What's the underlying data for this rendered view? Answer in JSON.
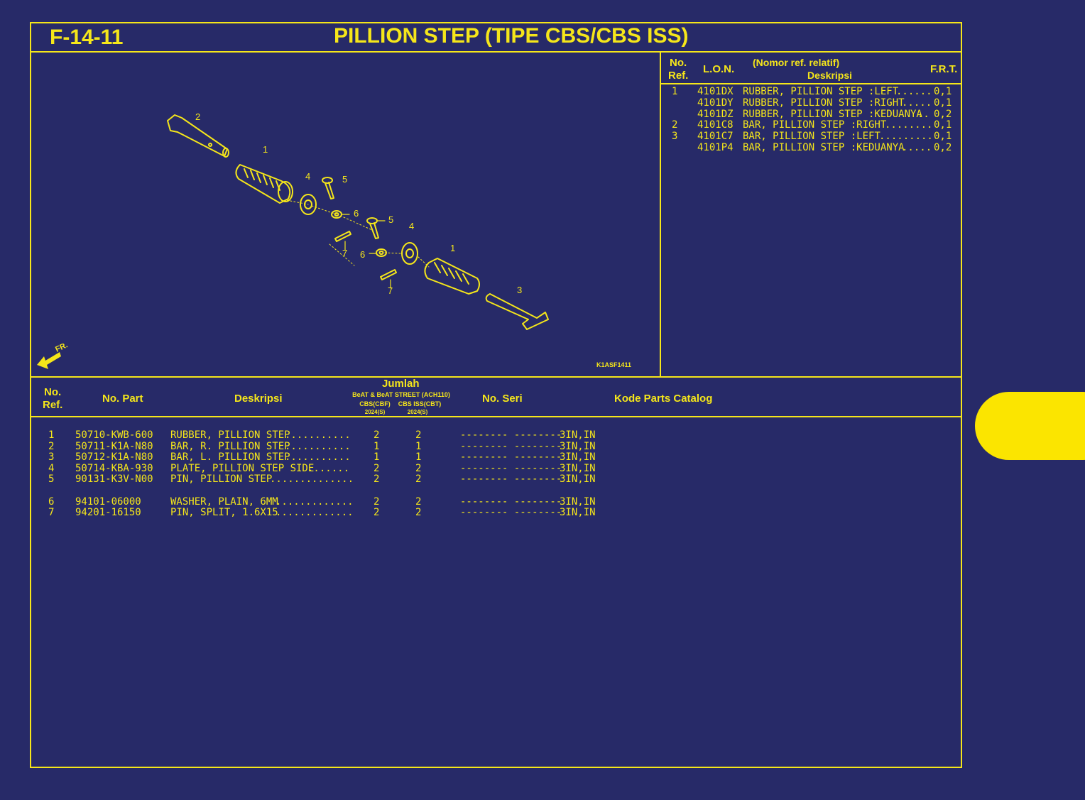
{
  "header": {
    "code": "F-14-11",
    "title": "PILLION STEP (TIPE CBS/CBS ISS)"
  },
  "diagram": {
    "code": "K1ASF1411",
    "front_label": "FR.",
    "callouts": [
      "2",
      "1",
      "4",
      "5",
      "6",
      "5",
      "4",
      "7",
      "6",
      "1",
      "7",
      "3"
    ]
  },
  "ref_table": {
    "headers": {
      "no": "No.",
      "ref": "Ref.",
      "lon": "L.O.N.",
      "desc_top": "(Nomor ref. relatif)",
      "desc": "Deskripsi",
      "frt": "F.R.T."
    },
    "rows": [
      {
        "ref": "1",
        "lon": "4101DX",
        "desc": "RUBBER, PILLION STEP :LEFT",
        "dots": "......",
        "frt": "0,1"
      },
      {
        "ref": "",
        "lon": "4101DY",
        "desc": "RUBBER, PILLION STEP :RIGHT",
        "dots": ".....",
        "frt": "0,1"
      },
      {
        "ref": "",
        "lon": "4101DZ",
        "desc": "RUBBER, PILLION STEP :KEDUANYA",
        "dots": "..",
        "frt": "0,2"
      },
      {
        "ref": "2",
        "lon": "4101C8",
        "desc": "BAR, PILLION STEP :RIGHT",
        "dots": "........",
        "frt": "0,1"
      },
      {
        "ref": "3",
        "lon": "4101C7",
        "desc": "BAR, PILLION STEP :LEFT",
        "dots": ".........",
        "frt": "0,1"
      },
      {
        "ref": "",
        "lon": "4101P4",
        "desc": "BAR, PILLION STEP :KEDUANYA",
        "dots": ".....",
        "frt": "0,2"
      }
    ]
  },
  "parts_table": {
    "headers": {
      "no": "No.",
      "ref": "Ref.",
      "part": "No. Part",
      "desc": "Deskripsi",
      "jumlah": "Jumlah",
      "model": "BeAT & BeAT STREET (ACH110)",
      "col1": "CBS(CBF)",
      "col2": "CBS ISS(CBT)",
      "year1": "2024(S)",
      "year2": "2024(S)",
      "seri": "No. Seri",
      "catalog": "Kode Parts Catalog"
    },
    "rows": [
      {
        "ref": "1",
        "part": "50710-KWB-600",
        "desc": "RUBBER, PILLION STEP",
        "dots": "...........",
        "q1": "2",
        "q2": "2",
        "seri": "-------- --------",
        "catalog": "3IN,IN"
      },
      {
        "ref": "2",
        "part": "50711-K1A-N80",
        "desc": "BAR, R. PILLION STEP",
        "dots": "...........",
        "q1": "1",
        "q2": "1",
        "seri": "-------- --------",
        "catalog": "3IN,IN"
      },
      {
        "ref": "3",
        "part": "50712-K1A-N80",
        "desc": "BAR, L. PILLION STEP",
        "dots": "...........",
        "q1": "1",
        "q2": "1",
        "seri": "-------- --------",
        "catalog": "3IN,IN"
      },
      {
        "ref": "4",
        "part": "50714-KBA-930",
        "desc": "PLATE, PILLION STEP SIDE",
        "dots": ".......",
        "q1": "2",
        "q2": "2",
        "seri": "-------- --------",
        "catalog": "3IN,IN"
      },
      {
        "ref": "5",
        "part": "90131-K3V-N00",
        "desc": "PIN, PILLION STEP",
        "dots": "..............",
        "q1": "2",
        "q2": "2",
        "seri": "-------- --------",
        "catalog": "3IN,IN"
      },
      {
        "ref": "6",
        "part": "94101-06000",
        "desc": "WASHER, PLAIN, 6MM",
        "dots": ".............",
        "q1": "2",
        "q2": "2",
        "seri": "-------- --------",
        "catalog": "3IN,IN"
      },
      {
        "ref": "7",
        "part": "94201-16150",
        "desc": "PIN, SPLIT, 1.6X15",
        "dots": ".............",
        "q1": "2",
        "q2": "2",
        "seri": "-------- --------",
        "catalog": "3IN,IN"
      }
    ]
  },
  "colors": {
    "background": "#272a68",
    "line": "#f5e61a",
    "tab": "#fbe500"
  }
}
